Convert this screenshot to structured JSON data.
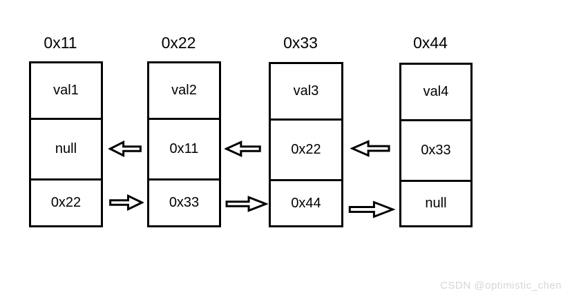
{
  "diagram": {
    "type": "doubly-linked-list",
    "nodes": [
      {
        "address": "0x11",
        "value": "val1",
        "prev": "null",
        "next": "0x22"
      },
      {
        "address": "0x22",
        "value": "val2",
        "prev": "0x11",
        "next": "0x33"
      },
      {
        "address": "0x33",
        "value": "val3",
        "prev": "0x22",
        "next": "0x44"
      },
      {
        "address": "0x44",
        "value": "val4",
        "prev": "0x33",
        "next": "null"
      }
    ],
    "icons": {
      "prev_arrow": "left-block-arrow",
      "next_arrow": "right-block-arrow"
    },
    "colors": {
      "stroke": "#000000",
      "text": "#000000",
      "background": "#ffffff",
      "watermark": "#d6d6d6"
    }
  },
  "watermark": {
    "text": "CSDN @optimistic_chen"
  }
}
